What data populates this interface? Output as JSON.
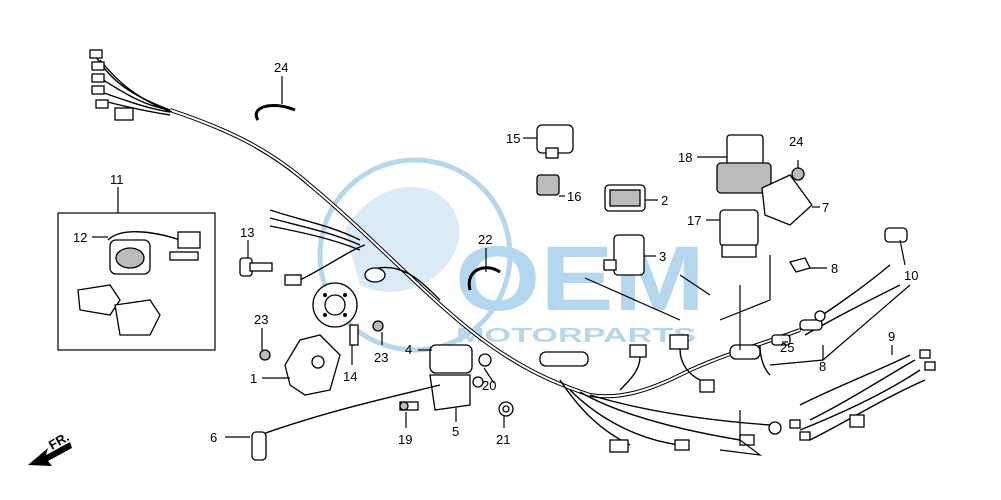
{
  "diagram": {
    "callouts": [
      "1",
      "2",
      "3",
      "4",
      "5",
      "6",
      "7",
      "8",
      "8",
      "9",
      "10",
      "11",
      "12",
      "13",
      "14",
      "15",
      "16",
      "17",
      "18",
      "19",
      "20",
      "21",
      "22",
      "23",
      "23",
      "24",
      "24",
      "25"
    ],
    "direction_label": "FR.",
    "watermark": {
      "logo_text": "OEM",
      "sub_text": "MOTORPARTS",
      "color": "#2b8fd6"
    }
  }
}
